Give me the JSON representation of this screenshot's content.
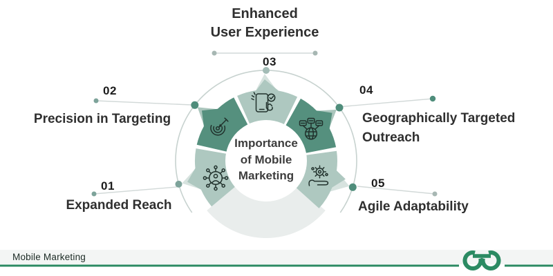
{
  "title": {
    "line1": "Importance",
    "line2": "of Mobile",
    "line3": "Marketing"
  },
  "segments": [
    {
      "number": "01",
      "label": "Expanded Reach",
      "icon": "network-reach-icon",
      "shade": "light"
    },
    {
      "number": "02",
      "label": "Precision in Targeting",
      "icon": "target-dart-icon",
      "shade": "dark"
    },
    {
      "number": "03",
      "label_line1": "Enhanced",
      "label_line2": "User Experience",
      "icon": "phone-tap-check-icon",
      "shade": "light"
    },
    {
      "number": "04",
      "label_line1": "Geographically Targeted",
      "label_line2": "Outreach",
      "icon": "globe-chat-icon",
      "shade": "dark"
    },
    {
      "number": "05",
      "label": "Agile Adaptability",
      "icon": "hand-gear-icon",
      "shade": "light"
    }
  ],
  "footer": {
    "caption": "Mobile Marketing",
    "logo": "geeksforgeeks-logo"
  },
  "colors": {
    "wedge_dark": "#55907e",
    "wedge_light": "#aec8c0",
    "wedge_dark_flare": "#8fb3a7",
    "wedge_light_flare": "#c9dad4",
    "bottom_arc": "#e9edec",
    "ring": "#c7d2cf",
    "connector": "#d2d9d8",
    "dot_teal": "#4f8d7b",
    "dot_soft": "#a3bcb6",
    "dot_muted": "#7da39a",
    "dot_gray": "#a7b7b3",
    "icon_ink": "#20302b",
    "center_bg": "#ffffff",
    "brand_green": "#2b8a62",
    "footer_strip": "#f3f5f4"
  }
}
